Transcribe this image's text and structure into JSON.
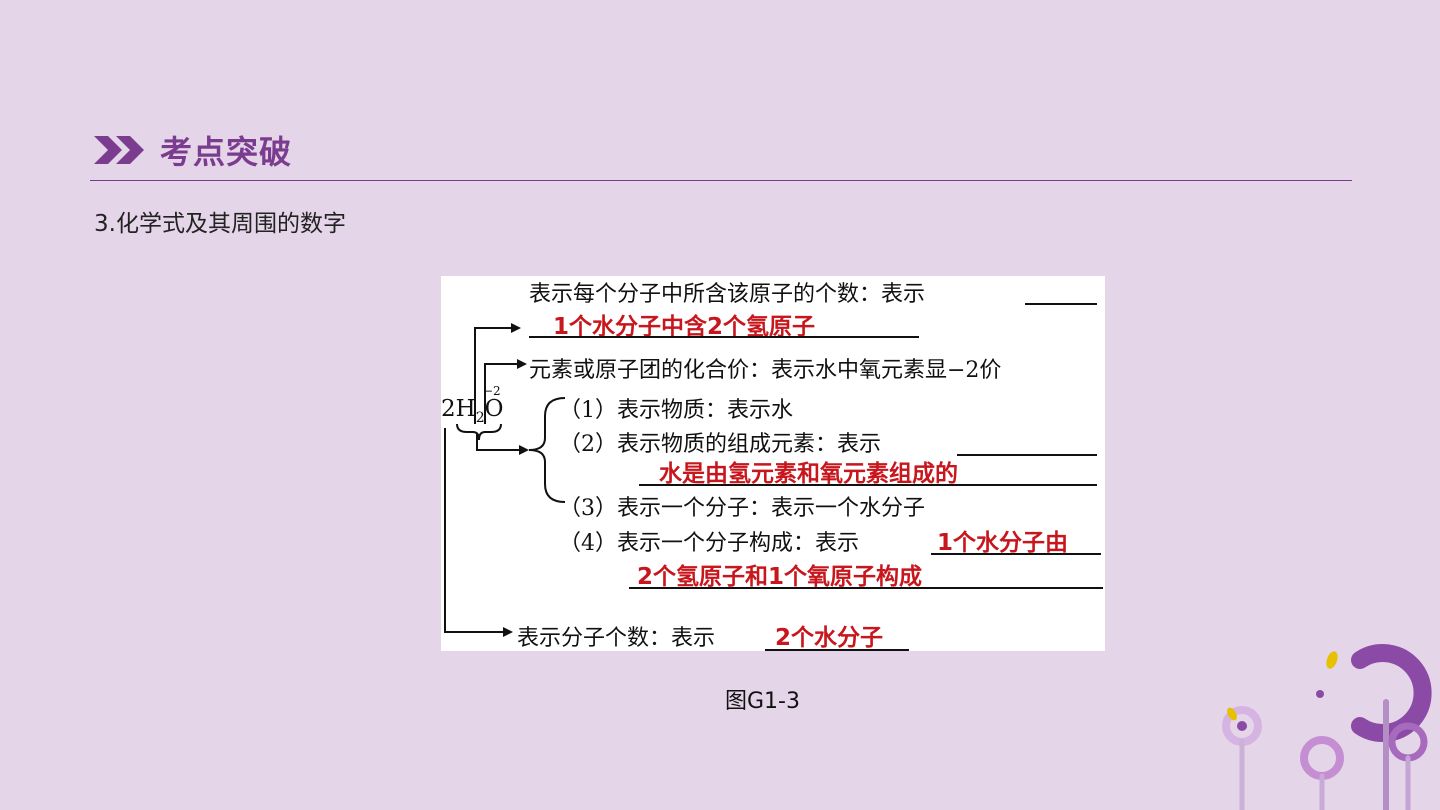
{
  "header": {
    "title": "考点突破"
  },
  "subtitle": "3.化学式及其周围的数字",
  "figure": {
    "formula": {
      "coef": "2",
      "h": "H",
      "sub": "2",
      "o": "O",
      "valence": "−2"
    },
    "line1": "表示每个分子中所含该原子的个数：表示",
    "ans1": "1个水分子中含2个氢原子",
    "line2": "元素或原子团的化合价：表示水中氧元素显−2价",
    "item1": "（1）表示物质：表示水",
    "item2": "（2）表示物质的组成元素：表示",
    "ans2": "水是由氢元素和氧元素组成的",
    "item3": "（3）表示一个分子：表示一个水分子",
    "item4": "（4）表示一个分子构成：表示",
    "ans4a": "1个水分子由",
    "ans4b": "2个氢原子和1个氧原子构成",
    "line_last": "表示分子个数：表示",
    "ans_last": "2个水分子"
  },
  "caption": "图G1-3"
}
